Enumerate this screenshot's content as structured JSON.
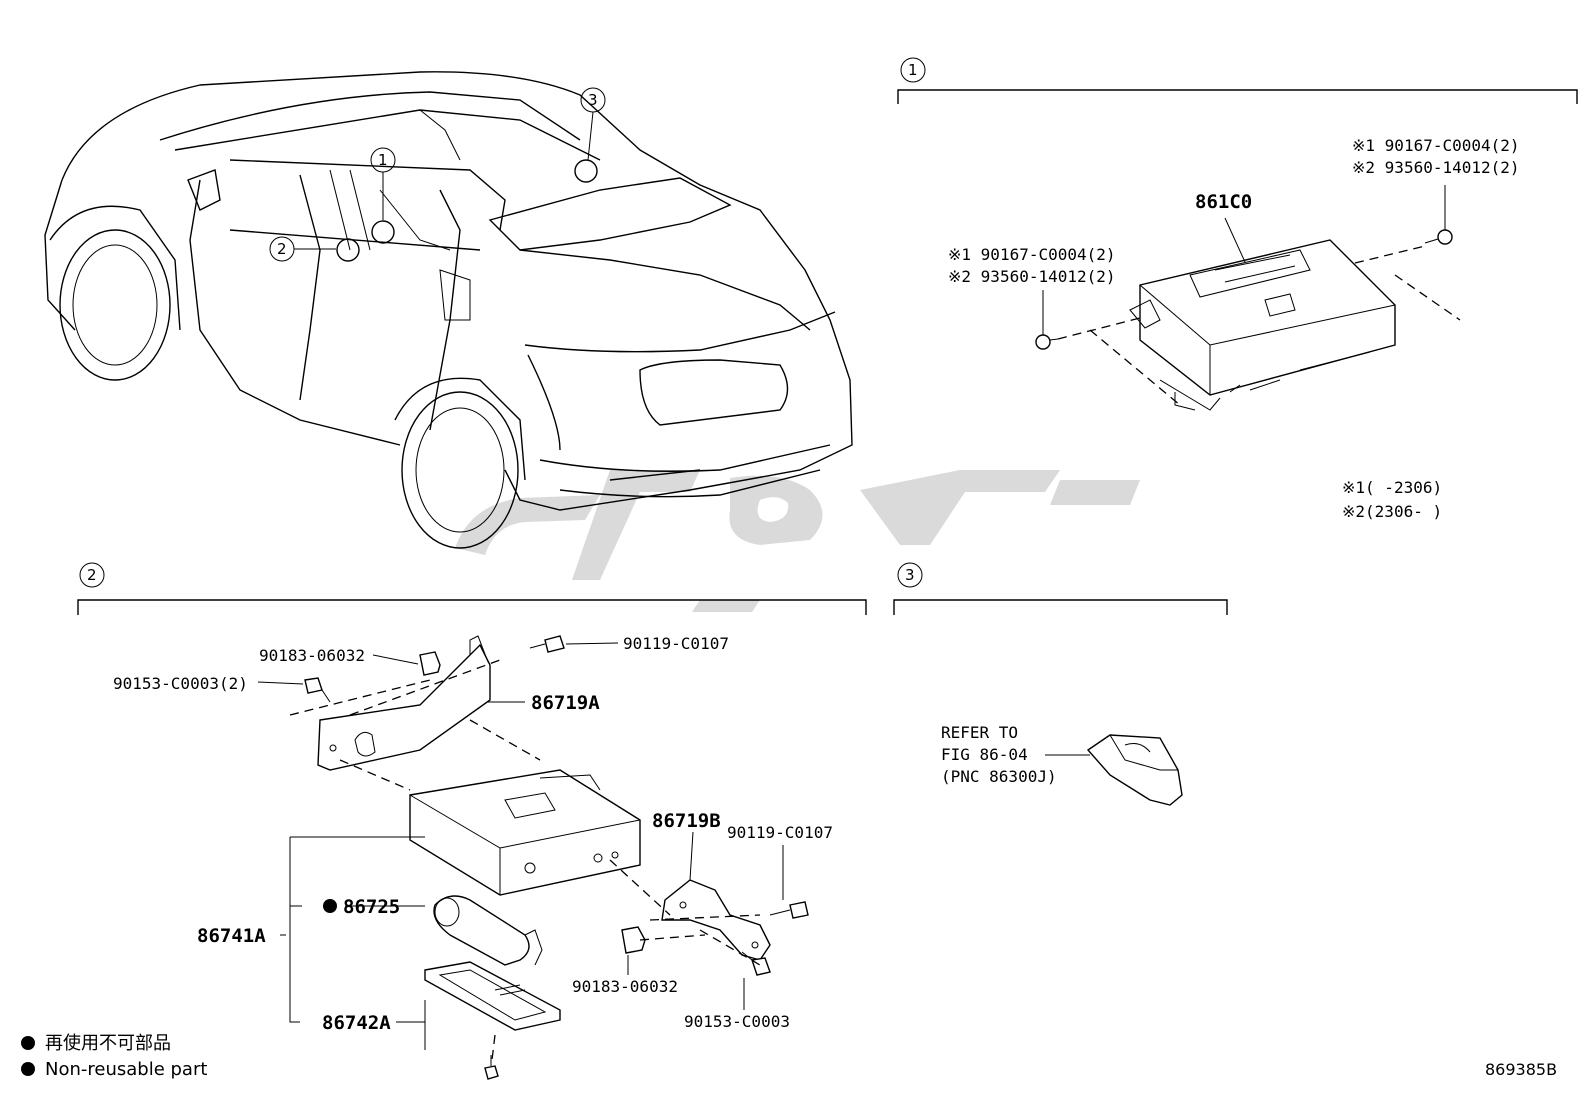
{
  "callouts": {
    "c1": "1",
    "c2": "2",
    "c3": "3"
  },
  "section1": {
    "notes_left": [
      "※1 90167-C0004(2)",
      "※2 93560-14012(2)"
    ],
    "notes_right": [
      "※1 90167-C0004(2)",
      "※2 93560-14012(2)"
    ],
    "main_part": "861C0",
    "legend_lines": [
      "※1(      -2306)",
      "※2(2306-      )"
    ]
  },
  "section2": {
    "p_90183_top": "90183-06032",
    "p_90119_top": "90119-C0107",
    "p_90153_top": "90153-C0003(2)",
    "p_86719A": "86719A",
    "p_86719B": "86719B",
    "p_90119_right": "90119-C0107",
    "p_86725": "86725",
    "p_86741A": "86741A",
    "p_86742A": "86742A",
    "p_90183_bottom": "90183-06032",
    "p_90153_bottom": "90153-C0003"
  },
  "section3": {
    "refer_lines": [
      "REFER TO",
      "FIG 86-04",
      "(PNC 86300J)"
    ]
  },
  "legend": {
    "jp": "再使用不可部品",
    "en": "Non-reusable part"
  },
  "figure_id": "869385B",
  "colors": {
    "line": "#000000",
    "watermark": "#d3d3d3"
  }
}
